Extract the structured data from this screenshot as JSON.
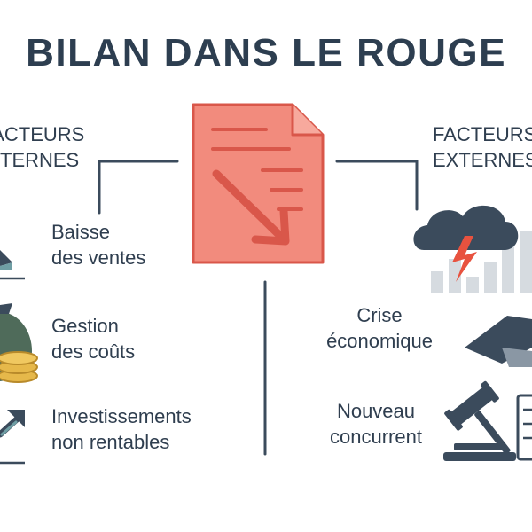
{
  "title": "BILAN DANS LE ROUGE",
  "left_column": {
    "heading_line1": "FACTEURS",
    "heading_line2": "INTERNES",
    "items": [
      {
        "line1": "Baisse",
        "line2": "des ventes",
        "icon": "declining-chart-icon"
      },
      {
        "line1": "Gestion",
        "line2": "des coûts",
        "icon": "money-bag-coins-icon"
      },
      {
        "line1": "Investissements",
        "line2": "non rentables",
        "icon": "arrow-chart-icon"
      }
    ]
  },
  "right_column": {
    "heading_line1": "FACTEURS",
    "heading_line2": "EXTERNES",
    "items": [
      {
        "line1": "Crise",
        "line2": "économique",
        "icon": "storm-cloud-chart-icon"
      },
      {
        "line1": "Nouveau",
        "line2": "concurrent",
        "icon": "gavel-document-icon"
      }
    ]
  },
  "center_icon": "declining-report-document-icon",
  "colors": {
    "title": "#2d3e50",
    "document_fill": "#f28b7d",
    "document_stroke": "#d9574a",
    "arrow": "#d9574a",
    "dark_icon": "#3b4b5c",
    "lightning": "#e8523f",
    "money_bag": "#4f6b5a",
    "coin": "#e6b84a"
  }
}
